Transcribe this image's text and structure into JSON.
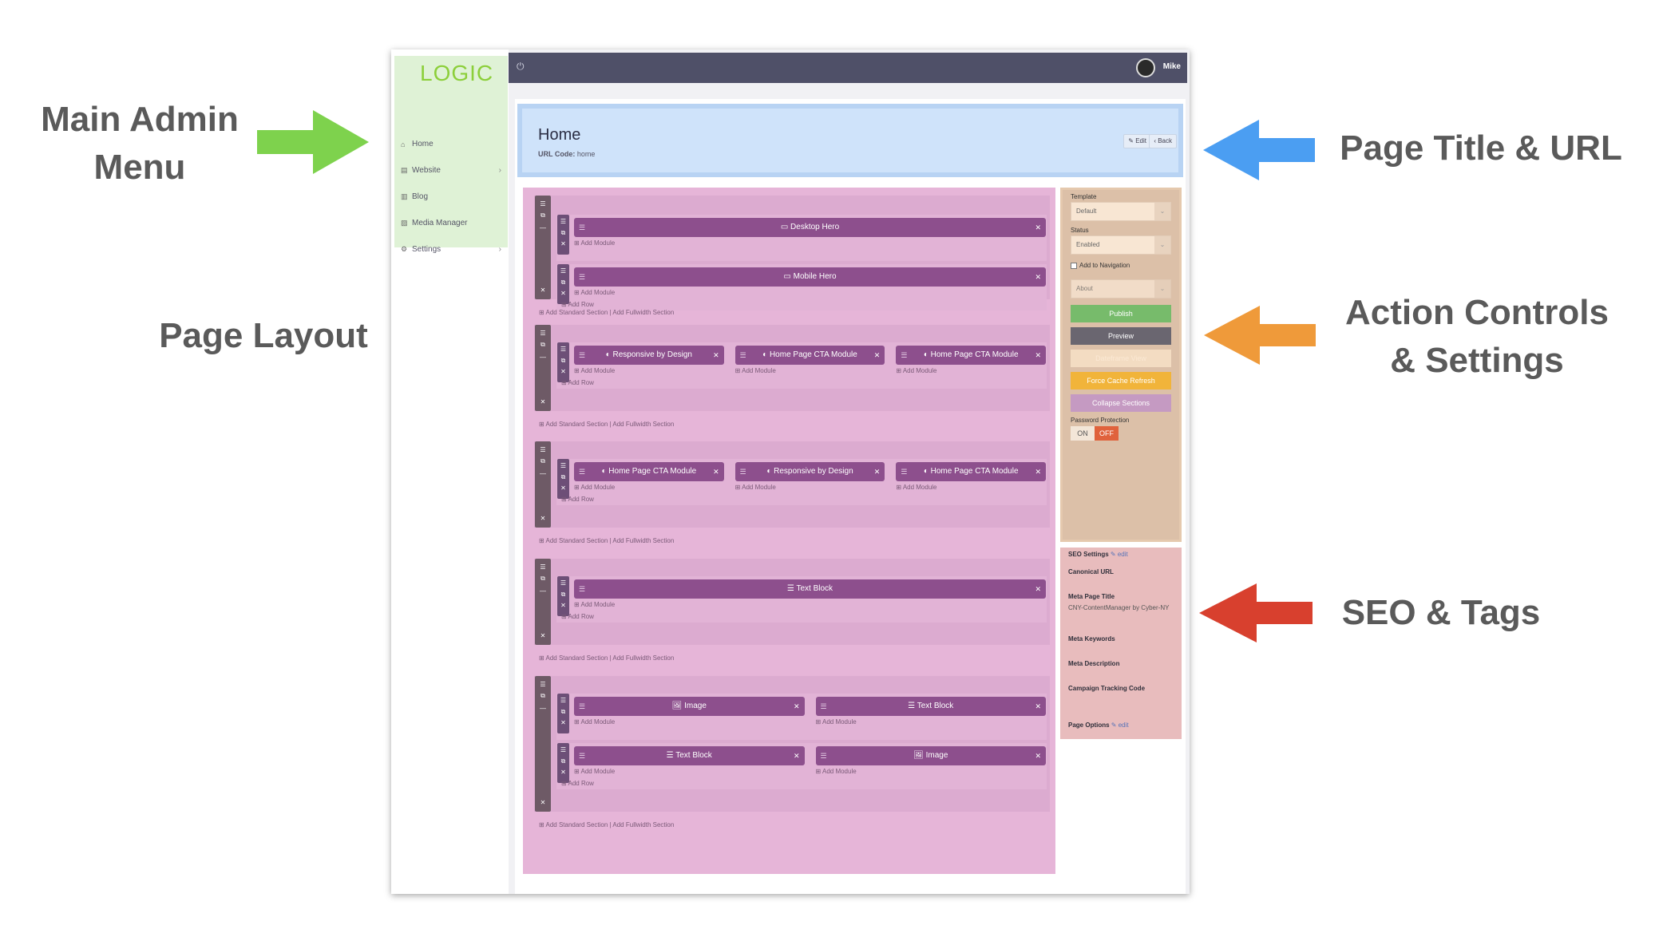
{
  "annotations": {
    "main_menu_line1": "Main Admin",
    "main_menu_line2": "Menu",
    "page_title_url": "Page Title & URL",
    "page_layout": "Page Layout",
    "action_line1": "Action Controls",
    "action_line2": "& Settings",
    "seo_tags": "SEO & Tags",
    "colors": {
      "green": "#7ed24d",
      "blue": "#4b9ef2",
      "purple": "#8b2158",
      "orange": "#ef9a3a",
      "red": "#d8402e"
    }
  },
  "sidebar": {
    "logo": "LOGIC",
    "items": [
      {
        "icon": "home-icon",
        "glyph": "⌂",
        "label": "Home",
        "chevron": ""
      },
      {
        "icon": "website-icon",
        "glyph": "▤",
        "label": "Website",
        "chevron": "›"
      },
      {
        "icon": "blog-icon",
        "glyph": "▥",
        "label": "Blog",
        "chevron": ""
      },
      {
        "icon": "media-icon",
        "glyph": "▨",
        "label": "Media Manager",
        "chevron": ""
      },
      {
        "icon": "settings-icon",
        "glyph": "⚙",
        "label": "Settings",
        "chevron": "›"
      }
    ]
  },
  "topbar": {
    "power_glyph": "⏻",
    "user": "Mike"
  },
  "page": {
    "title": "Home",
    "url_label": "URL Code:",
    "url_value": "home",
    "edit_label": "✎ Edit",
    "back_label": "‹ Back"
  },
  "layout": {
    "add_module": "⊞ Add Module",
    "add_row": "⊞ Add Row",
    "add_section": "⊞ Add Standard Section  |  Add Fullwidth Section",
    "sections": [
      {
        "rows": [
          [
            "▭ Desktop Hero"
          ],
          [
            "▭ Mobile Hero"
          ]
        ]
      },
      {
        "rows": [
          [
            "◐ Responsive by Design",
            "◐ Home Page CTA Module",
            "◐ Home Page CTA Module"
          ]
        ]
      },
      {
        "rows": [
          [
            "◐ Home Page CTA Module",
            "◐ Responsive by Design",
            "◐ Home Page CTA Module"
          ]
        ]
      },
      {
        "rows": [
          [
            "☰ Text Block"
          ]
        ]
      },
      {
        "rows": [
          [
            "🖼 Image",
            "☰ Text Block"
          ],
          [
            "☰ Text Block",
            "🖼 Image"
          ]
        ]
      }
    ]
  },
  "actions": {
    "template_label": "Template",
    "template_value": "Default",
    "status_label": "Status",
    "status_value": "Enabled",
    "add_to_nav": "Add to Navigation",
    "nav_parent": "About",
    "publish": "Publish",
    "preview": "Preview",
    "dateframe": "Dateframe View",
    "cache": "Force Cache Refresh",
    "collapse": "Collapse Sections",
    "password_label": "Password Protection",
    "on": "ON",
    "off": "OFF"
  },
  "seo": {
    "header": "SEO Settings",
    "edit": "✎ edit",
    "canonical": "Canonical URL",
    "meta_title_label": "Meta Page Title",
    "meta_title_value": "CNY-ContentManager by Cyber-NY",
    "keywords": "Meta Keywords",
    "description": "Meta Description",
    "campaign": "Campaign Tracking Code",
    "page_options": "Page Options",
    "page_options_edit": "✎ edit"
  }
}
